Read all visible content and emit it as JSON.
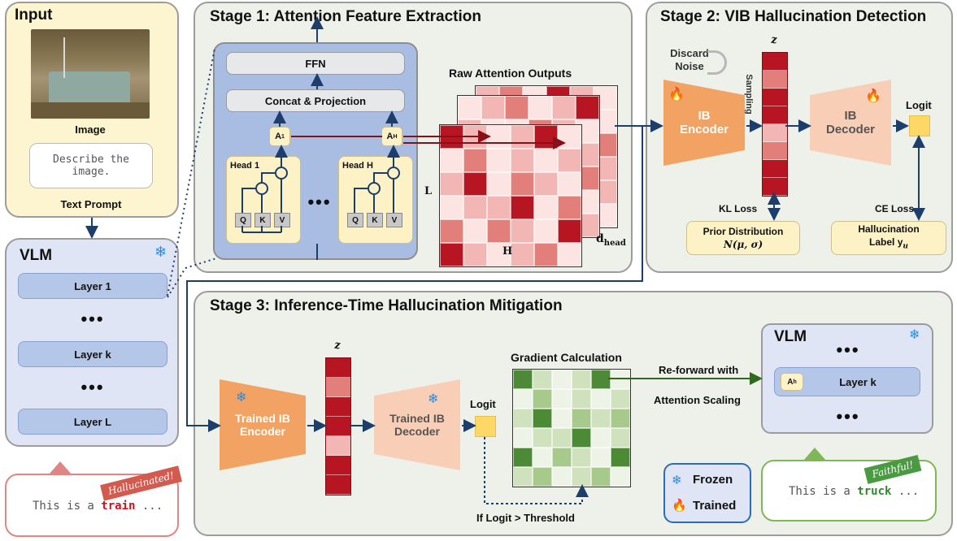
{
  "input": {
    "title": "Input",
    "image_label": "Image",
    "prompt_text": "Describe the image.",
    "prompt_label": "Text Prompt"
  },
  "vlm_left": {
    "title": "VLM",
    "layers": [
      "Layer 1",
      "Layer k",
      "Layer L"
    ],
    "dots": "•••"
  },
  "bubble_left": {
    "prefix": "This is a ",
    "word": "train",
    "suffix": " ...",
    "tag": "Hallucinated!"
  },
  "stage1": {
    "title": "Stage 1: Attention Feature Extraction",
    "ffn": "FFN",
    "concat": "Concat & Projection",
    "a1": "A",
    "a1_sub": "1",
    "ah": "A",
    "ah_sub": "H",
    "head1": "Head 1",
    "headh": "Head H",
    "qkv": [
      "Q",
      "K",
      "V"
    ],
    "dots": "•••",
    "raw_title": "Raw Attention Outputs",
    "axis_l": "L",
    "axis_h": "H",
    "axis_d": "d",
    "axis_d_sub": "head"
  },
  "stage2": {
    "title": "Stage 2: VIB Hallucination Detection",
    "discard": "Discard Noise",
    "z": "z",
    "sampling": "Sampling",
    "encoder": "IB Encoder",
    "decoder": "IB Decoder",
    "logit": "Logit",
    "kl_loss": "KL Loss",
    "ce_loss": "CE Loss",
    "prior_title": "Prior Distribution",
    "prior_formula": "N(μ, σ)",
    "label_title": "Hallucination",
    "label_formula": "Label y",
    "label_sub": "u"
  },
  "stage3": {
    "title": "Stage 3: Inference-Time Hallucination Mitigation",
    "z": "z",
    "encoder": "Trained IB Encoder",
    "decoder": "Trained IB Decoder",
    "logit": "Logit",
    "grad_title": "Gradient Calculation",
    "reforward": "Re-forward with",
    "scaling": "Attention Scaling",
    "condition": "If Logit > Threshold",
    "vlm_title": "VLM",
    "vlm_layer": "Layer k",
    "vlm_ah": "A",
    "vlm_ah_sub": "h",
    "dots": "•••"
  },
  "legend": {
    "frozen": "Frozen",
    "trained": "Trained"
  },
  "bubble_right": {
    "prefix": "This is a ",
    "word": "truck",
    "suffix": " ...",
    "tag": "Faithful!"
  },
  "colors": {
    "panel_bg": "#eef0ea",
    "input_bg": "#fdf4d0",
    "vlm_bg": "#dfe5f4",
    "attn_bg": "#a9bde3",
    "encoder": "#f2a262",
    "decoder": "#f8cfb6",
    "dark_red": "#b71522",
    "green": "#4d8a35",
    "arrow": "#1d3d6b"
  }
}
